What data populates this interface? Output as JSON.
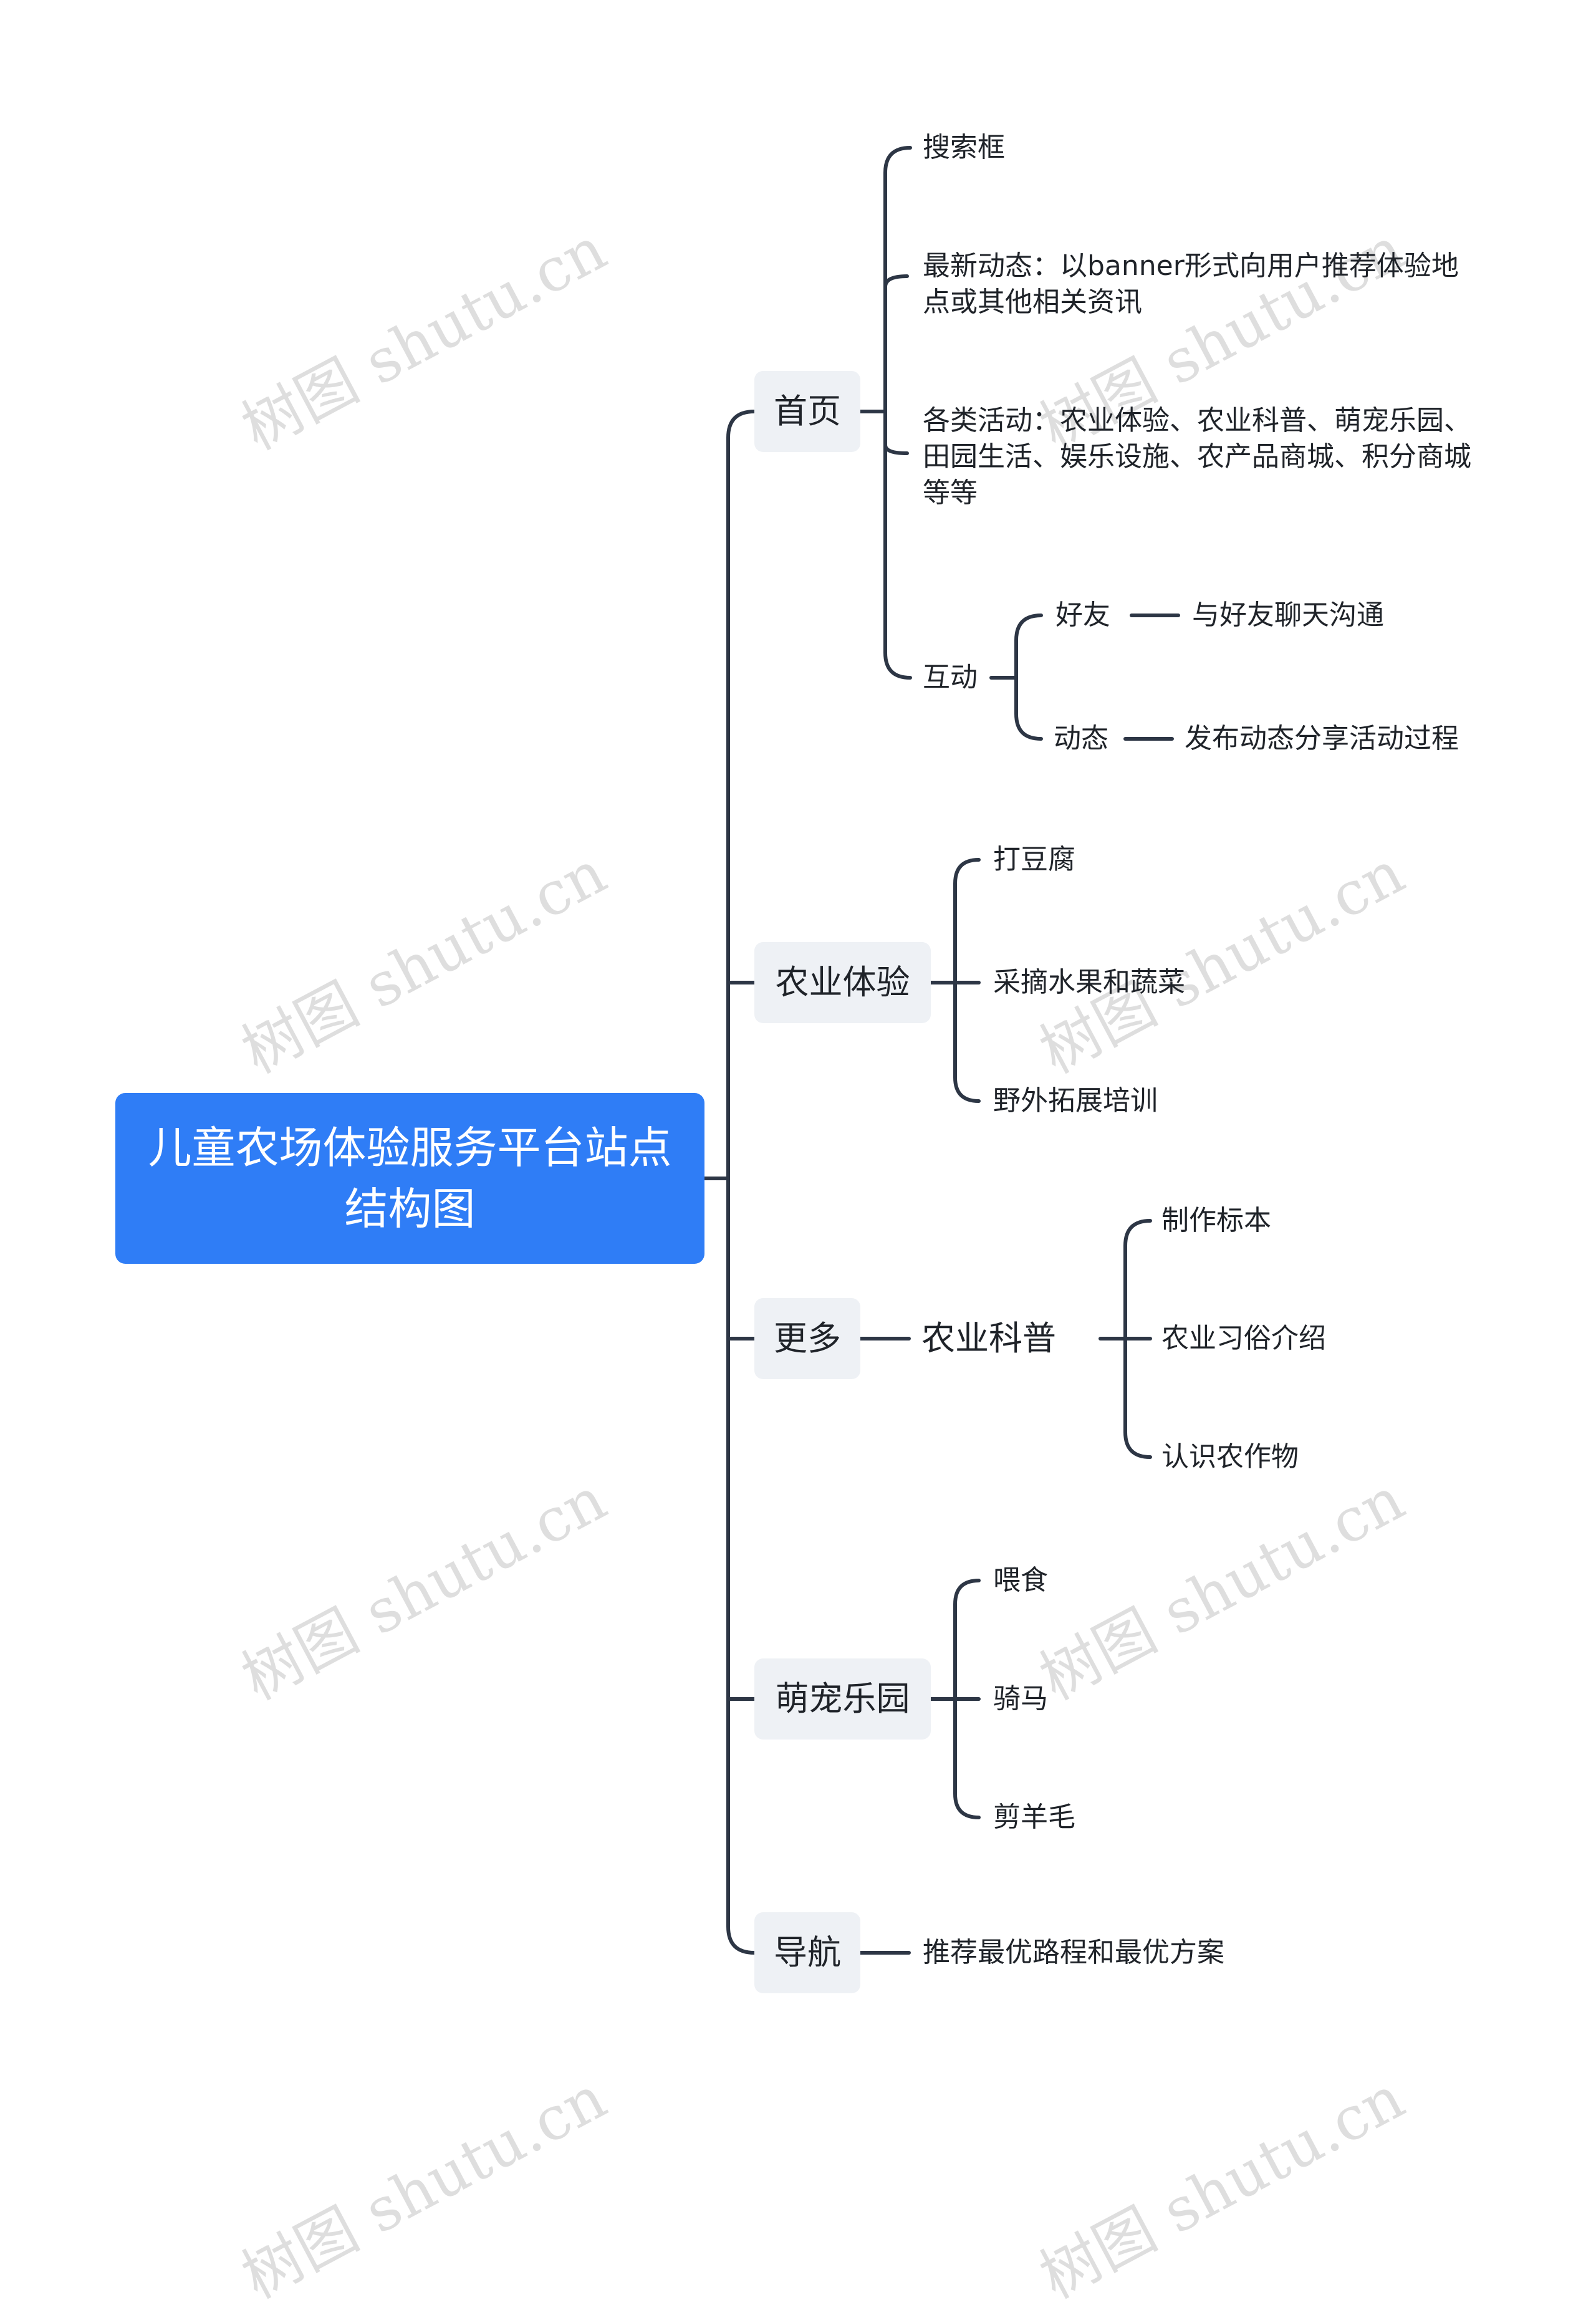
{
  "root": {
    "title": "儿童农场体验服务平台站点结构图"
  },
  "watermark": "树图 shutu.cn",
  "branches": {
    "home": {
      "label": "首页",
      "search": "搜索框",
      "news": "最新动态：以banner形式向用户推荐体验地点或其他相关资讯",
      "activities": "各类活动：农业体验、农业科普、萌宠乐园、田园生活、娱乐设施、农产品商城、积分商城等等",
      "interact": {
        "label": "互动",
        "friends": "好友",
        "friends_desc": "与好友聊天沟通",
        "moments": "动态",
        "moments_desc": "发布动态分享活动过程"
      }
    },
    "agri": {
      "label": "农业体验",
      "items": [
        "打豆腐",
        "采摘水果和蔬菜",
        "野外拓展培训"
      ]
    },
    "more": {
      "label": "更多",
      "science": "农业科普",
      "items": [
        "制作标本",
        "农业习俗介绍",
        "认识农作物"
      ]
    },
    "pets": {
      "label": "萌宠乐园",
      "items": [
        "喂食",
        "骑马",
        "剪羊毛"
      ]
    },
    "nav": {
      "label": "导航",
      "desc": "推荐最优路程和最优方案"
    }
  },
  "colors": {
    "root": "#2f7df6",
    "node_bg": "#eef1f5",
    "line": "#2d3645"
  }
}
